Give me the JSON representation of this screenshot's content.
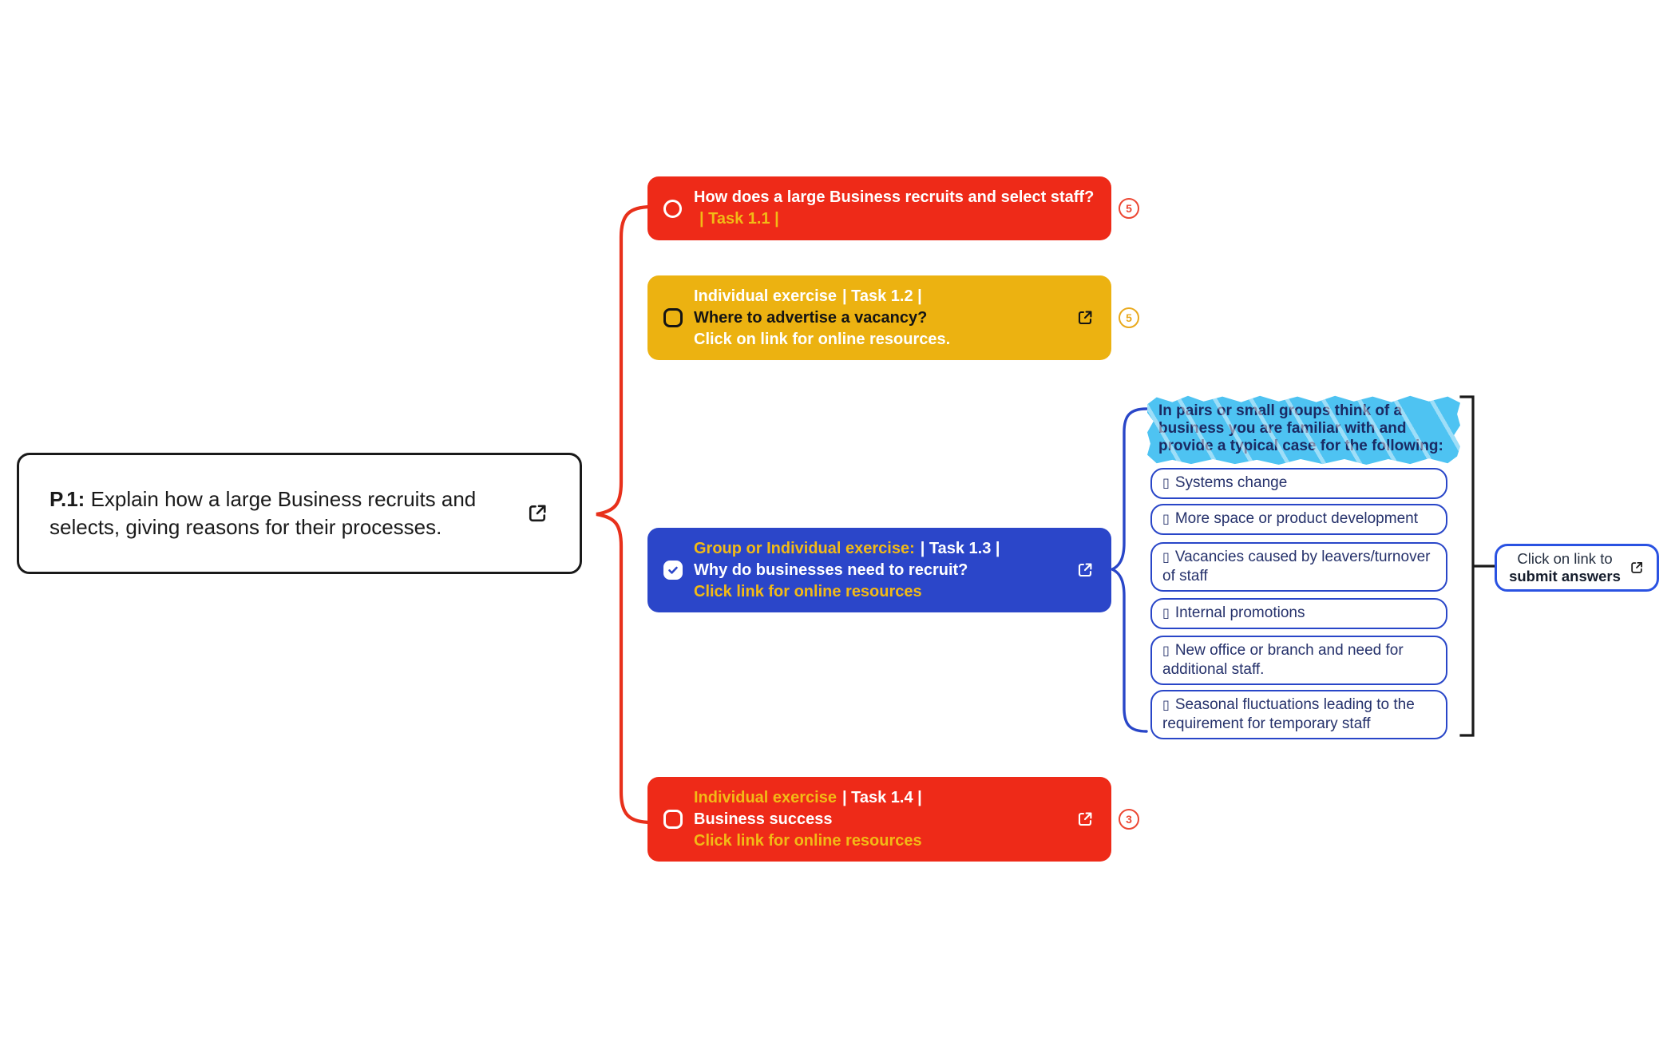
{
  "colors": {
    "red": "#ee2a18",
    "yellow": "#ecb211",
    "blue": "#2b46c9",
    "gold_text": "#f2ba16",
    "cyan_highlight": "#4ec3f2",
    "navy_text": "#1b2a63",
    "case_border_blue": "#2946c8",
    "submit_border_blue": "#2a52e2",
    "black": "#1a1a1a"
  },
  "root": {
    "prefix": "P.1:",
    "text": " Explain how a large Business recruits and selects, giving reasons for their processes."
  },
  "nodes": {
    "task11": {
      "question": "How does a large Business recruits and select staff?",
      "task": "| Task 1.1 |",
      "badge": "5"
    },
    "task12": {
      "exercise": "Individual exercise",
      "task": "| Task 1.2 |",
      "question": "Where to advertise a vacancy?",
      "link": "Click on link for online resources.",
      "badge": "5"
    },
    "task13": {
      "exercise": "Group or Individual exercise:",
      "task": "| Task 1.3 |",
      "question": "Why do businesses need to recruit?",
      "link": "Click link for online resources"
    },
    "task14": {
      "exercise": "Individual exercise",
      "task": "| Task 1.4 |",
      "question": "Business success",
      "link": "Click link for online resources",
      "badge": "3"
    }
  },
  "group_note": {
    "title": "In pairs or small groups think of a business you are familiar with and provide a typical case for the following:",
    "bullet_glyph": "▯",
    "items": [
      "Systems change",
      "More space or product development",
      "Vacancies caused by leavers/turnover of staff",
      "Internal promotions",
      "New office or branch and need for additional staff.",
      "Seasonal fluctuations leading to the requirement for temporary staff"
    ]
  },
  "submit": {
    "line1": "Click on link to",
    "line2": "submit answers"
  }
}
